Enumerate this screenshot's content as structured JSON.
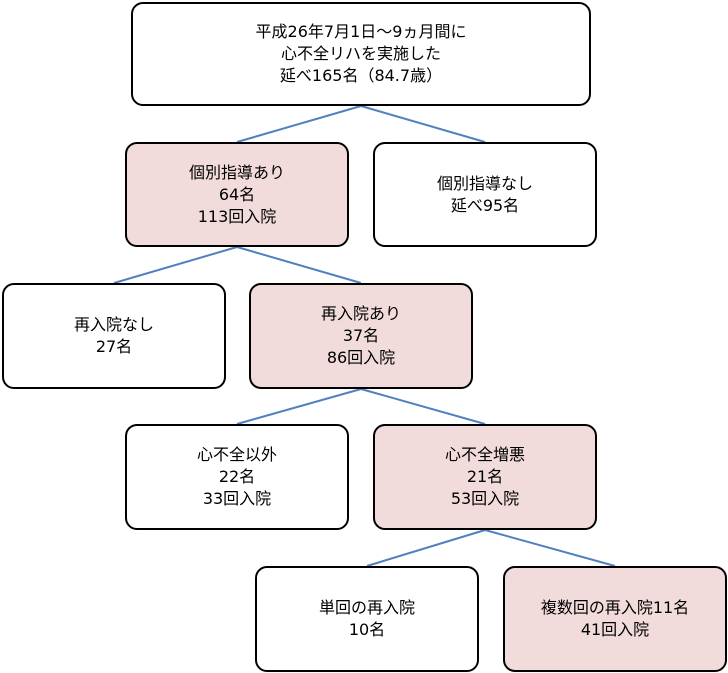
{
  "nodes": {
    "root": {
      "lines": [
        "平成26年7月1日～9ヵ月間に",
        "心不全リハを実施した",
        "延べ165名（84.7歳）"
      ]
    },
    "with_guidance": {
      "lines": [
        "個別指導あり",
        "64名",
        "113回入院"
      ]
    },
    "without_guidance": {
      "lines": [
        "個別指導なし",
        "延べ95名"
      ]
    },
    "no_readmission": {
      "lines": [
        "再入院なし",
        "27名"
      ]
    },
    "readmission": {
      "lines": [
        "再入院あり",
        "37名",
        "86回入院"
      ]
    },
    "non_hf": {
      "lines": [
        "心不全以外",
        "22名",
        "33回入院"
      ]
    },
    "hf_worsening": {
      "lines": [
        "心不全増悪",
        "21名",
        "53回入院"
      ]
    },
    "single_readmission": {
      "lines": [
        "単回の再入院",
        "10名"
      ]
    },
    "multiple_readmission": {
      "lines": [
        "複数回の再入院11名",
        "41回入院"
      ]
    }
  },
  "colors": {
    "highlight": "#f2dcdb",
    "connector": "#4f81bd",
    "border": "#000000"
  }
}
